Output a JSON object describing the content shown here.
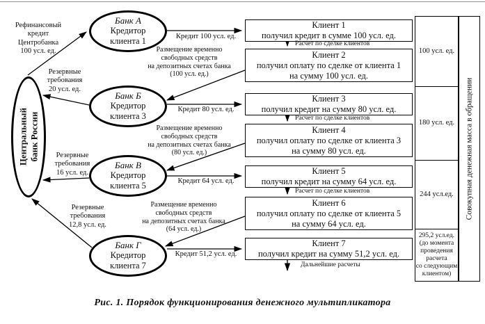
{
  "caption": "Рис. 1.  Порядок функционирования денежного мультипликатора",
  "central_bank": {
    "label": "Центральный\nбанк России"
  },
  "money_supply_bar": {
    "label": "Совокупная денежная масса в обращении"
  },
  "banks": [
    {
      "name": "Банк А",
      "role": "Кредитор\nклиента 1"
    },
    {
      "name": "Банк Б",
      "role": "Кредитор\nклиента 3"
    },
    {
      "name": "Банк В",
      "role": "Кредитор\nклиента 5"
    },
    {
      "name": "Банк Г",
      "role": "Кредитор\nклиента 7"
    }
  ],
  "clients": [
    {
      "title": "Клиент 1",
      "desc": "получил кредит в сумме 100 усл. ед."
    },
    {
      "title": "Клиент 2",
      "desc": "получил оплату по сделке от клиента 1\nна сумму 100 усл. ед."
    },
    {
      "title": "Клиент 3",
      "desc": "получил кредит на сумму 80 усл. ед."
    },
    {
      "title": "Клиент 4",
      "desc": "получил оплату по сделке от клиента 3\nна сумму 80 усл. ед."
    },
    {
      "title": "Клиент 5",
      "desc": "получил кредит на сумму 64 усл. ед."
    },
    {
      "title": "Клиент 6",
      "desc": "получил оплату по сделке от клиента 5\nна сумму 64 усл. ед."
    },
    {
      "title": "Клиент 7",
      "desc": "получил кредит на сумму 51,2 усл. ед."
    }
  ],
  "flow_labels": {
    "refinance": "Рефинансовый\nкредит\nЦентробанка\n100 усл. ед.",
    "reserves": [
      "Резервные\nтребования\n20 усл. ед.",
      "Резервные\nтребования\n16 усл. ед.",
      "Резервные\nтребования\n12,8 усл. ед."
    ],
    "credits": [
      "Кредит 100 усл. ед.",
      "Кредит 80 усл. ед.",
      "Кредит 64 усл. ед.",
      "Кредит 51,2 усл. ед."
    ],
    "deposits": [
      "Размещение временно\nсвободных средств\nна депозитных счетах банка\n(100 усл. ед.)",
      "Размещение временно\nсвободных средств\nна депозитных счетах банка\n(80 усл. ед.)",
      "Размещение временно\nсвободных средств\nна депозитных счетах банка\n(64 усл. ед.)"
    ],
    "settlement": "Расчет по сделке клиентов",
    "further": "Дальнейшие расчеты"
  },
  "money_supply_cells": [
    "100 усл. ед.",
    "180 усл. ед.",
    "244 усл.ед.",
    "295,2 усл.ед.\n(до момента\nпроведения\nрасчета\nсо следующим\nклиентом)"
  ],
  "colors": {
    "line": "#000000",
    "background": "#ffffff",
    "frame": "#8f8f8f"
  }
}
